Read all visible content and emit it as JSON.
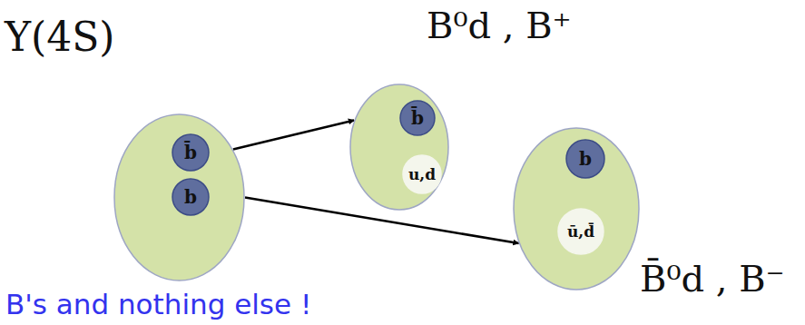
{
  "diagram": {
    "nodes": [
      {
        "text": [
          "Υ(4S)"
        ]
      },
      {
        "text": [
          "b̄"
        ],
        "in": 0
      },
      {
        "text": [
          "b"
        ],
        "in": 0
      },
      {
        "text": [
          "B⁰d , B⁺"
        ]
      },
      {
        "text": [
          "b̄"
        ],
        "in": 3
      },
      {
        "text": [
          "u,d"
        ],
        "in": 3
      },
      {
        "text": [
          "B̄⁰d , B⁻"
        ]
      },
      {
        "text": [
          "b"
        ],
        "in": 6
      },
      {
        "text": [
          "ū,d̄"
        ],
        "in": 6
      }
    ],
    "edges": [
      {
        "from": 0,
        "to": 3,
        "arrow": "to"
      },
      {
        "from": 0,
        "to": 6,
        "arrow": "to"
      }
    ],
    "labels": [
      "B's and nothing else !"
    ]
  }
}
